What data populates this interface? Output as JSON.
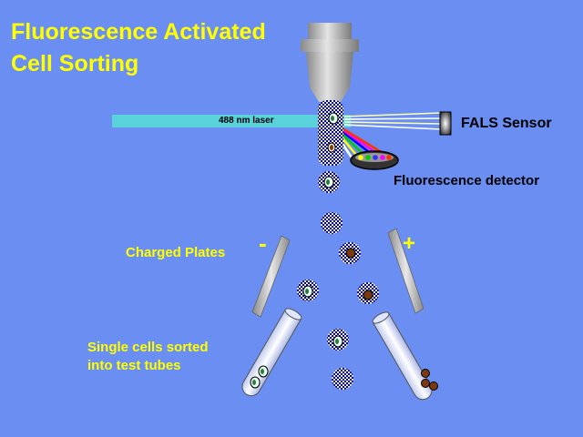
{
  "title": {
    "line1": "Fluorescence Activated",
    "line2": "Cell Sorting"
  },
  "labels": {
    "laser": "488 nm laser",
    "fals_sensor": "FALS Sensor",
    "fluorescence_detector": "Fluorescence detector",
    "charged_plates": "Charged Plates",
    "minus": "-",
    "plus": "+",
    "sorted_line1": "Single cells sorted",
    "sorted_line2": "into test tubes"
  },
  "colors": {
    "background": "#6a8ef1",
    "title": "#ffff00",
    "laser": "#5ad2dc",
    "droplet": "#000080",
    "cell_nucleus": "#7a3a10"
  }
}
